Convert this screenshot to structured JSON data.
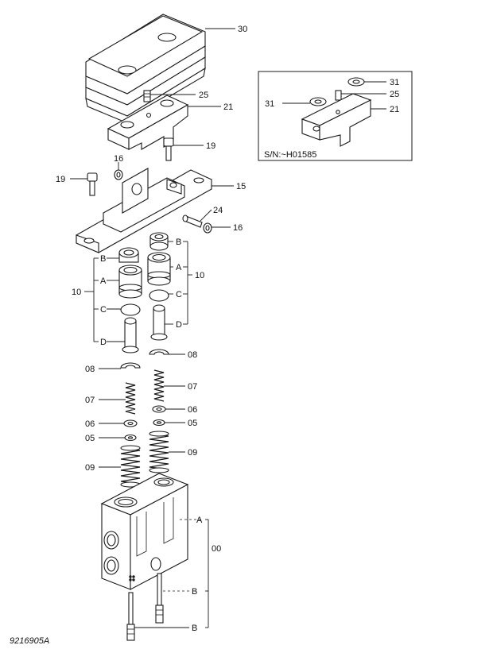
{
  "diagram": {
    "drawing_number": "9216905A",
    "inset_serial": "S/N:~H01585",
    "labels": {
      "p30": "30",
      "p25": "25",
      "p21": "21",
      "p19a": "19",
      "p16a": "16",
      "p19b": "19",
      "p15": "15",
      "p24": "24",
      "p16b": "16",
      "p31a": "31",
      "p25b": "25",
      "p31b": "31",
      "p21b": "21",
      "B1": "B",
      "A1": "A",
      "C1": "C",
      "D1": "D",
      "p10a": "10",
      "B2": "B",
      "A2": "A",
      "C2": "C",
      "D2": "D",
      "p10b": "10",
      "p08a": "08",
      "p08b": "08",
      "p07a": "07",
      "p07b": "07",
      "p06a": "06",
      "p06b": "06",
      "p05a": "05",
      "p05b": "05",
      "p09a": "09",
      "p09b": "09",
      "A3": "A",
      "p00": "00",
      "B3": "B",
      "B4": "B"
    }
  }
}
